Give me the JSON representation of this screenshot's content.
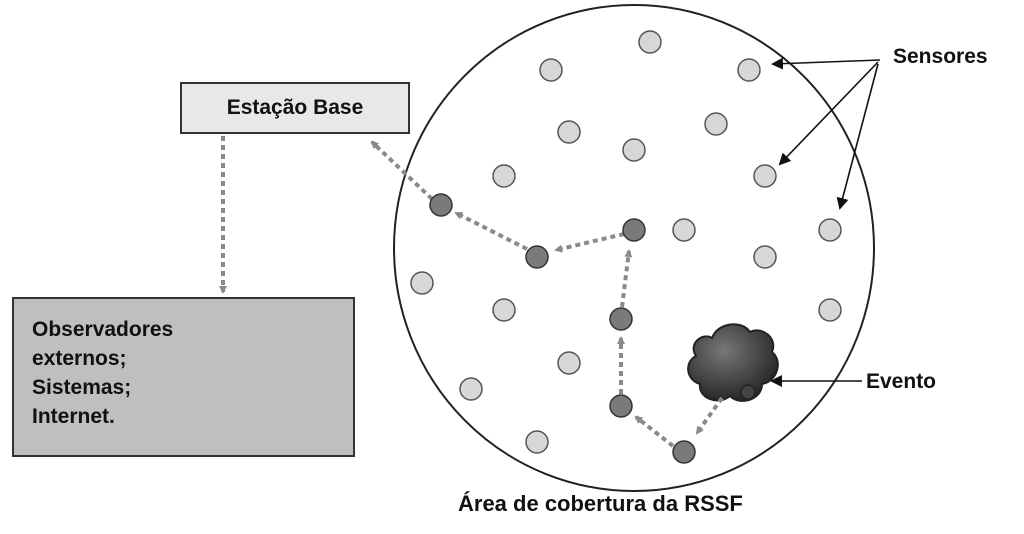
{
  "base_station": {
    "label": "Estação Base"
  },
  "observers": {
    "lines": [
      "Observadores",
      "externos;",
      "Sistemas;",
      "Internet."
    ]
  },
  "labels": {
    "sensors": "Sensores",
    "event": "Evento",
    "coverage_area": "Área de cobertura da RSSF"
  },
  "colors": {
    "sensor_idle": "#d7d7d7",
    "sensor_active": "#7a7a7a",
    "observers_box": "#bfbfbf",
    "base_box": "#e8e8e8",
    "arrow_dotted": "#8a8a8a",
    "event_cloud": "#3a3a3a"
  }
}
